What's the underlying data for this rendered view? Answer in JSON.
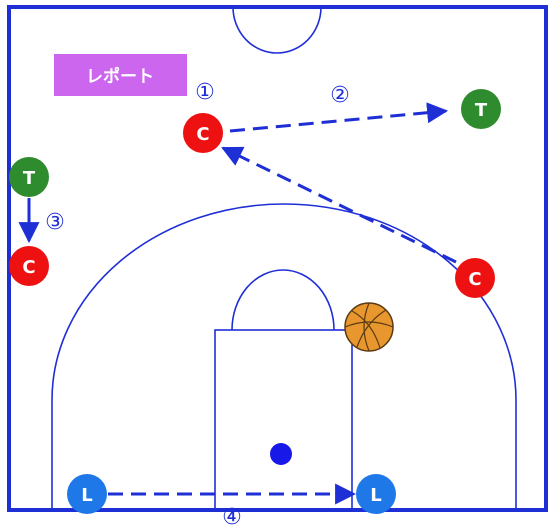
{
  "badge": {
    "text": "レポート",
    "color": "#cc66ee"
  },
  "colors": {
    "court_line": "#1f2fd6",
    "arrow": "#1f2fd6",
    "C": "#ee1111",
    "T": "#2e8b2e",
    "L": "#1e78e8",
    "ball": "#e8962e",
    "dot": "#1818e8"
  },
  "players": [
    {
      "id": "c-top",
      "letter": "C",
      "role": "C"
    },
    {
      "id": "t-right",
      "letter": "T",
      "role": "T"
    },
    {
      "id": "t-left",
      "letter": "T",
      "role": "T"
    },
    {
      "id": "c-left",
      "letter": "C",
      "role": "C"
    },
    {
      "id": "c-wing",
      "letter": "C",
      "role": "C"
    },
    {
      "id": "l-left",
      "letter": "L",
      "role": "L"
    },
    {
      "id": "l-right",
      "letter": "L",
      "role": "L"
    }
  ],
  "step_labels": [
    "①",
    "②",
    "③",
    "④"
  ],
  "ball_icon": "basketball-icon"
}
